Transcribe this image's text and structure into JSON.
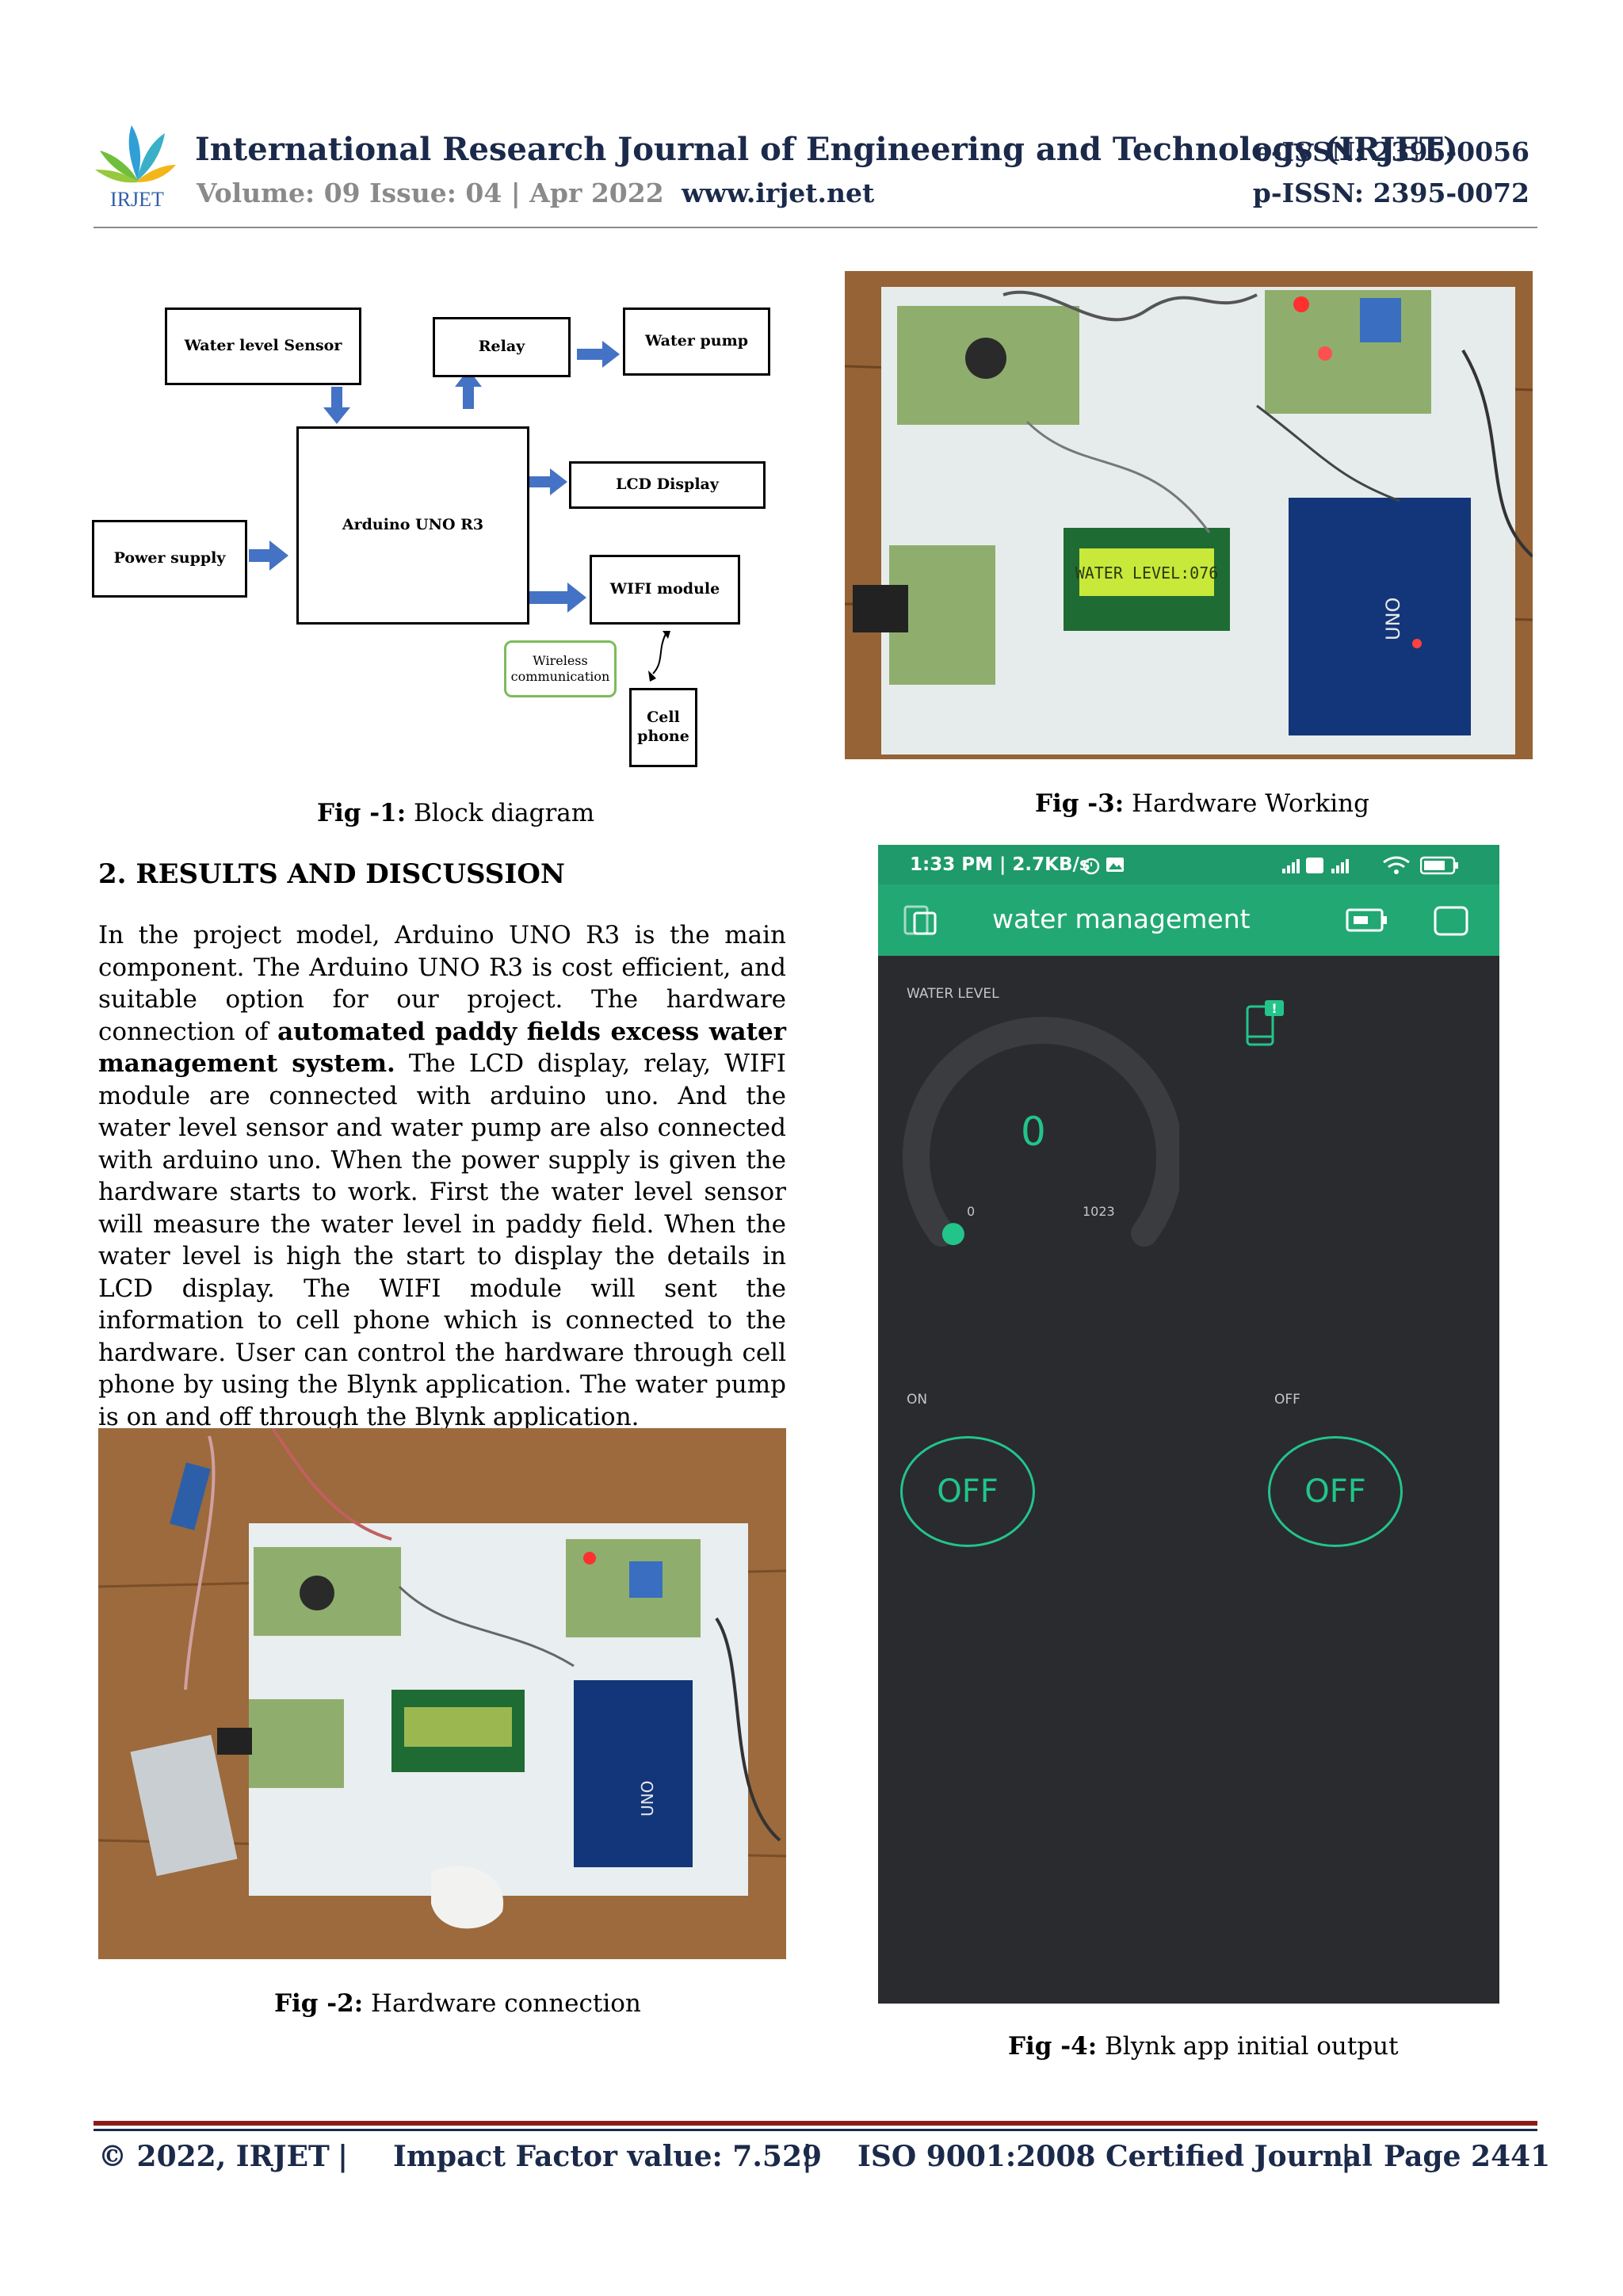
{
  "header": {
    "logo_text": "IRJET",
    "journal_title": "International Research Journal of Engineering and Technology (IRJET)",
    "eissn": "e-ISSN: 2395-0056",
    "volume": "Volume: 09 Issue: 04 | Apr 2022",
    "website": "www.irjet.net",
    "pissn": "p-ISSN: 2395-0072"
  },
  "diagram": {
    "water_level_sensor": "Water level Sensor",
    "relay": "Relay",
    "water_pump": "Water pump",
    "lcd_display": "LCD Display",
    "arduino": "Arduino UNO R3",
    "power_supply": "Power supply",
    "wifi_module": "WIFI module",
    "wireless": "Wireless communication",
    "cell_phone": "Cell phone"
  },
  "figures": {
    "fig1_label": "Fig -1:",
    "fig1_text": " Block diagram",
    "fig2_label": "Fig -2:",
    "fig2_text": " Hardware connection",
    "fig3_label": "Fig -3:",
    "fig3_text": " Hardware Working",
    "fig4_label": "Fig -4:",
    "fig4_text": " Blynk app initial output"
  },
  "section": {
    "title": "2. RESULTS AND DISCUSSION",
    "para_start": "In the project model, Arduino UNO R3 is the main component. The Arduino UNO R3 is cost efficient, and suitable option for our project. The hardware connection of ",
    "para_bold": "automated paddy fields excess water management system.",
    "para_end": " The LCD display, relay, WIFI module are connected with arduino uno. And the water level sensor and water pump are also connected with arduino uno. When the power supply is given the hardware starts to work. First the water level sensor will measure the water level in paddy field. When the water level is high the start to display the details in LCD display. The WIFI module will sent the information to cell phone which is connected to the hardware. User can control the hardware through cell phone by using the Blynk application. The water pump is on and off through the Blynk application."
  },
  "photo": {
    "lcd_text": "WATER LEVEL:076",
    "board_label": "UNO"
  },
  "phone": {
    "status_time": "1:33 PM | 2.7KB/s",
    "app_title": "water management",
    "gauge_label": "WATER LEVEL",
    "gauge_value": "0",
    "gauge_min": "0",
    "gauge_max": "1023",
    "gauge_fraction": 0,
    "notification_badge": "!",
    "btn1_label": "ON",
    "btn1_state": "OFF",
    "btn2_label": "OFF",
    "btn2_state": "OFF",
    "colors": {
      "accent": "#22a873",
      "status_bar": "#1f9a6a",
      "background": "#2a2b2f",
      "gauge": "#22c48a"
    }
  },
  "footer": {
    "copyright": "© 2022, IRJET",
    "sep": "|",
    "impact": "Impact Factor value: 7.529",
    "iso": "ISO 9001:2008 Certified Journal",
    "page": "Page 2441"
  }
}
